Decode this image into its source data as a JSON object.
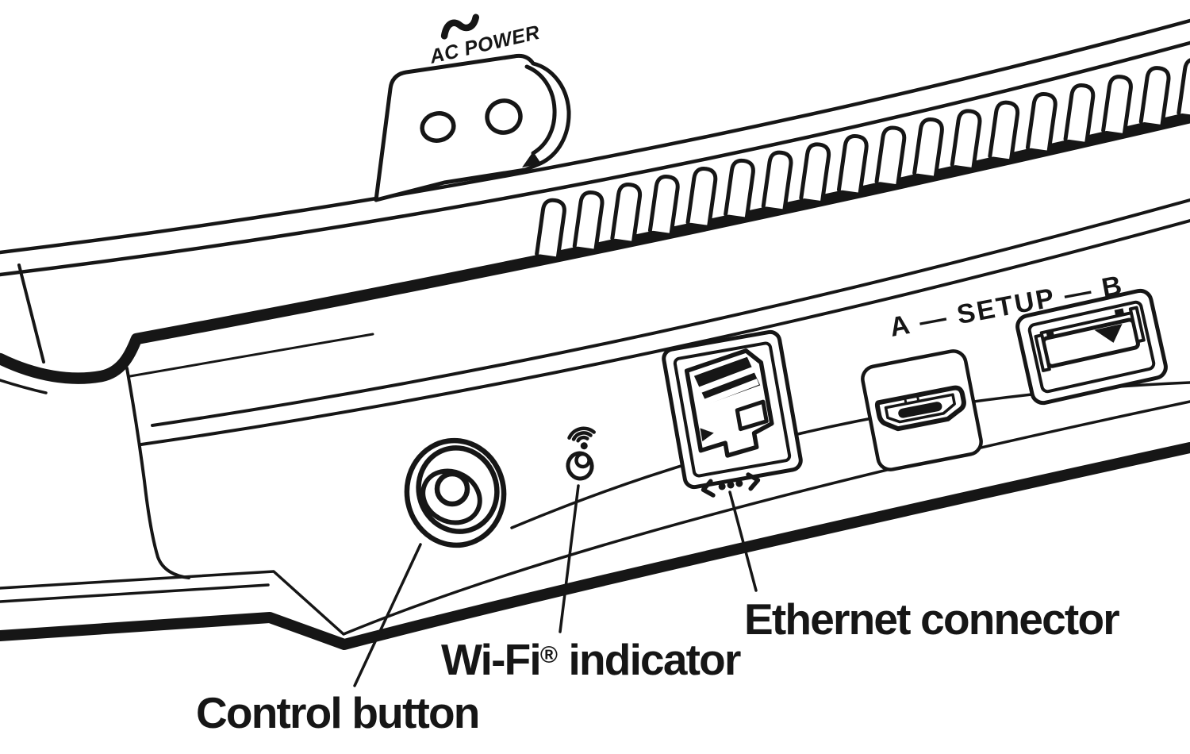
{
  "page": {
    "type": "hardware-rear-panel-diagram",
    "device": "wireless soundbar / speaker rear connection panel",
    "background_color": "#ffffff",
    "ink_color": "#161616"
  },
  "top_marking": {
    "symbol_icon": "ac-power-tilde-icon",
    "ac_power_label": "AC POWER"
  },
  "rear_panel": {
    "setup_label": "A — SETUP — B",
    "ports": [
      {
        "icon": "control-button-knob",
        "name": "control button"
      },
      {
        "icon": "wifi-signal-icon",
        "name": "wi-fi indicator LED"
      },
      {
        "icon": "ethernet-rj45-port",
        "name": "ethernet connector",
        "glyph_icon": "ethernet-activity-icon"
      },
      {
        "icon": "micro-usb-port",
        "name": "setup port A"
      },
      {
        "icon": "connector-port-b",
        "name": "setup port B"
      }
    ]
  },
  "callouts": {
    "control_button": "Control button",
    "wifi_name": "Wi-Fi",
    "wifi_reg": "®",
    "wifi_rest": " indicator",
    "ethernet": "Ethernet connector"
  }
}
